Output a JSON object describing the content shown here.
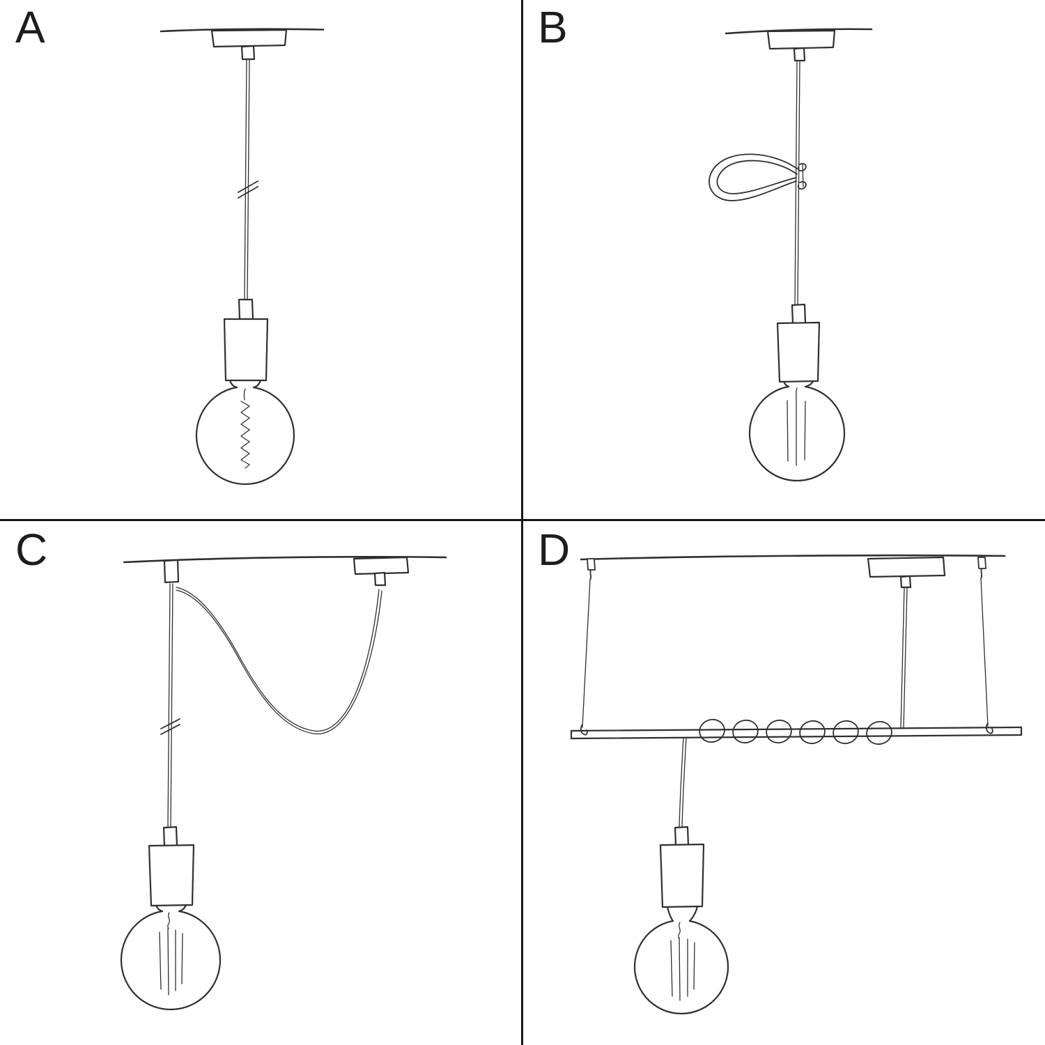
{
  "page": {
    "background": "#ffffff",
    "ink": "#2f2f2f",
    "divider_color": "#161616"
  },
  "panels": [
    {
      "label": "A",
      "sketch": "pendant-straight-drop-sketch"
    },
    {
      "label": "B",
      "sketch": "pendant-with-cable-loop-hook-sketch"
    },
    {
      "label": "C",
      "sketch": "pendant-swag-two-ceiling-points-sketch"
    },
    {
      "label": "D",
      "sketch": "pendant-coiled-on-suspended-bar-sketch"
    }
  ]
}
